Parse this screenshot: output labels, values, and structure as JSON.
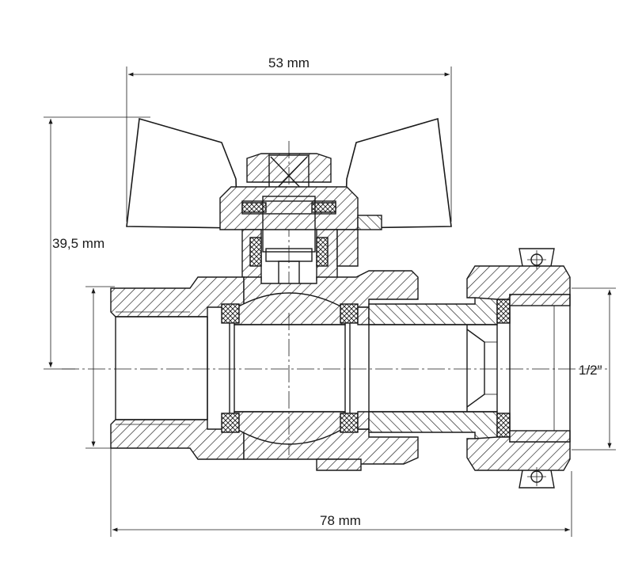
{
  "dimensions": {
    "top_width": "53 mm",
    "height": "39,5 mm",
    "bottom_length": "78 mm",
    "thread_size": "1/2\""
  },
  "colors": {
    "line": "#1a1a1a",
    "background": "#ffffff"
  }
}
